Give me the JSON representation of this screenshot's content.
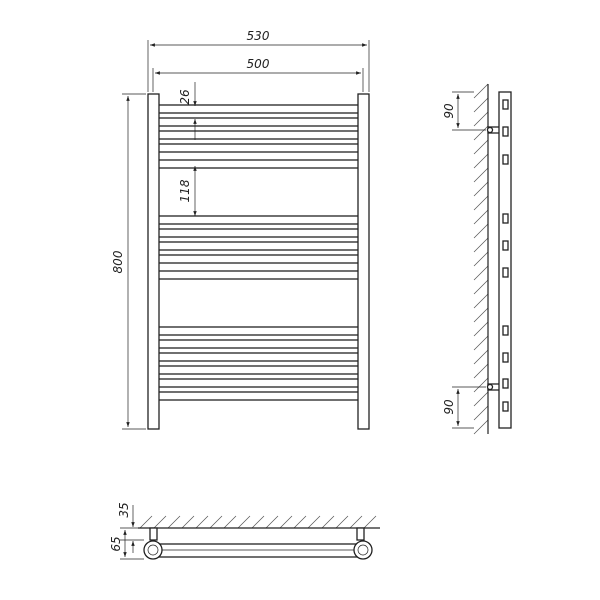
{
  "drawing": {
    "colors": {
      "line": "#222222",
      "hatch": "#555555",
      "background": "#ffffff"
    },
    "dimensions": {
      "total_width": "530",
      "pipe_centres": "500",
      "rail_pitch": "26",
      "group_gap": "118",
      "height": "800",
      "top_offset": "90",
      "bottom_offset": "90",
      "wall_to_axis": "35",
      "depth": "65"
    }
  }
}
